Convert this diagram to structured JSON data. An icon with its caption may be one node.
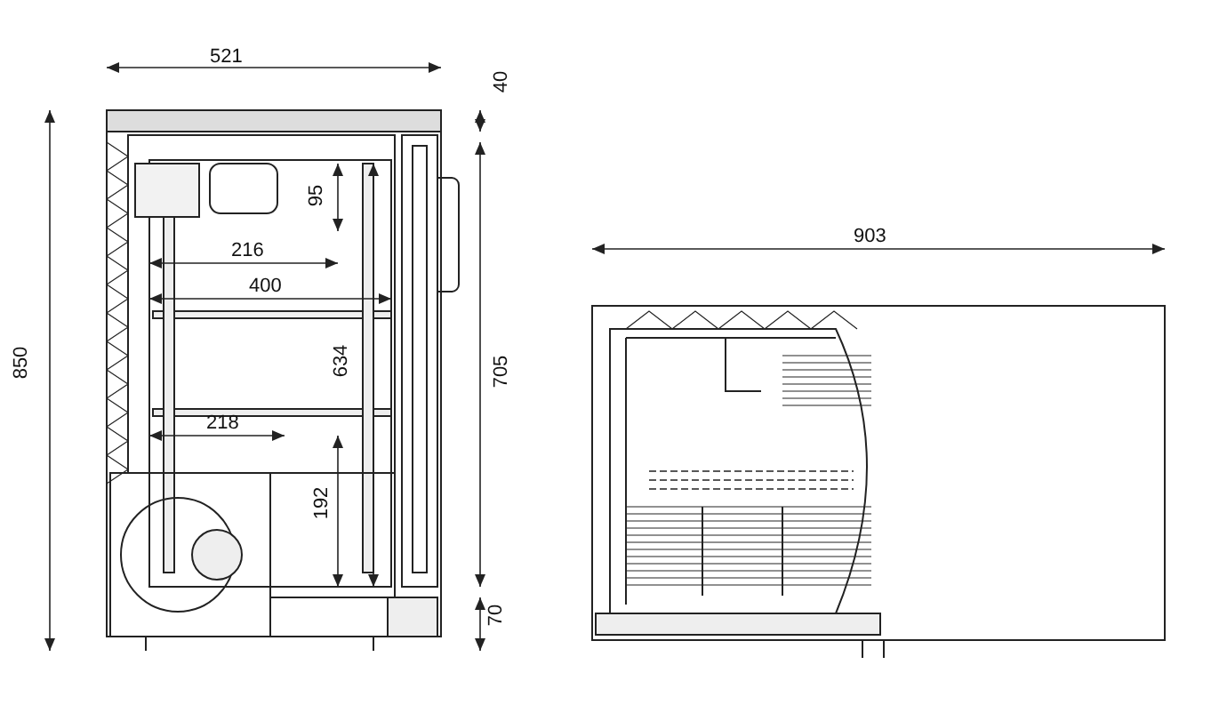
{
  "diagram": {
    "labels": [
      "521",
      "40",
      "95",
      "903",
      "216",
      "400",
      "634",
      "850",
      "705",
      "218",
      "192",
      "70"
    ]
  }
}
